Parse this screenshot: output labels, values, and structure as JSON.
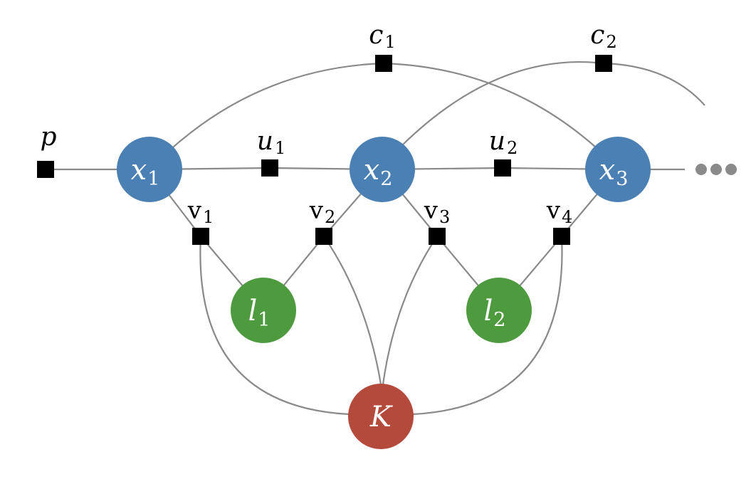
{
  "variable_nodes": [
    {
      "id": "x1",
      "base": "x",
      "sub": "1",
      "color": "#4a80b4"
    },
    {
      "id": "x2",
      "base": "x",
      "sub": "2",
      "color": "#4a80b4"
    },
    {
      "id": "x3",
      "base": "x",
      "sub": "3",
      "color": "#4a80b4"
    }
  ],
  "landmark_nodes": [
    {
      "id": "l1",
      "base": "l",
      "sub": "1",
      "color": "#4e9a3e"
    },
    {
      "id": "l2",
      "base": "l",
      "sub": "2",
      "color": "#4e9a3e"
    }
  ],
  "calibration_node": {
    "id": "K",
    "base": "K",
    "sub": "",
    "color": "#b34a3b"
  },
  "factors": [
    {
      "id": "p",
      "base": "p",
      "sub": ""
    },
    {
      "id": "u1",
      "base": "u",
      "sub": "1"
    },
    {
      "id": "u2",
      "base": "u",
      "sub": "2"
    },
    {
      "id": "c1",
      "base": "c",
      "sub": "1"
    },
    {
      "id": "c2",
      "base": "c",
      "sub": "2"
    },
    {
      "id": "v1",
      "base": "v",
      "sub": "1"
    },
    {
      "id": "v2",
      "base": "v",
      "sub": "2"
    },
    {
      "id": "v3",
      "base": "v",
      "sub": "3"
    },
    {
      "id": "v4",
      "base": "v",
      "sub": "4"
    }
  ],
  "edges": [
    [
      "p",
      "x1"
    ],
    [
      "x1",
      "u1"
    ],
    [
      "u1",
      "x2"
    ],
    [
      "x2",
      "u2"
    ],
    [
      "u2",
      "x3"
    ],
    [
      "x1",
      "c1"
    ],
    [
      "c1",
      "x3"
    ],
    [
      "x2",
      "c2"
    ],
    [
      "x1",
      "v1"
    ],
    [
      "v1",
      "l1"
    ],
    [
      "x2",
      "v2"
    ],
    [
      "v2",
      "l1"
    ],
    [
      "x2",
      "v3"
    ],
    [
      "v3",
      "l2"
    ],
    [
      "x3",
      "v4"
    ],
    [
      "v4",
      "l2"
    ],
    [
      "v1",
      "K"
    ],
    [
      "v2",
      "K"
    ],
    [
      "v3",
      "K"
    ],
    [
      "v4",
      "K"
    ]
  ],
  "continuation": {
    "dots": 3,
    "color": "#8a8a8a"
  }
}
